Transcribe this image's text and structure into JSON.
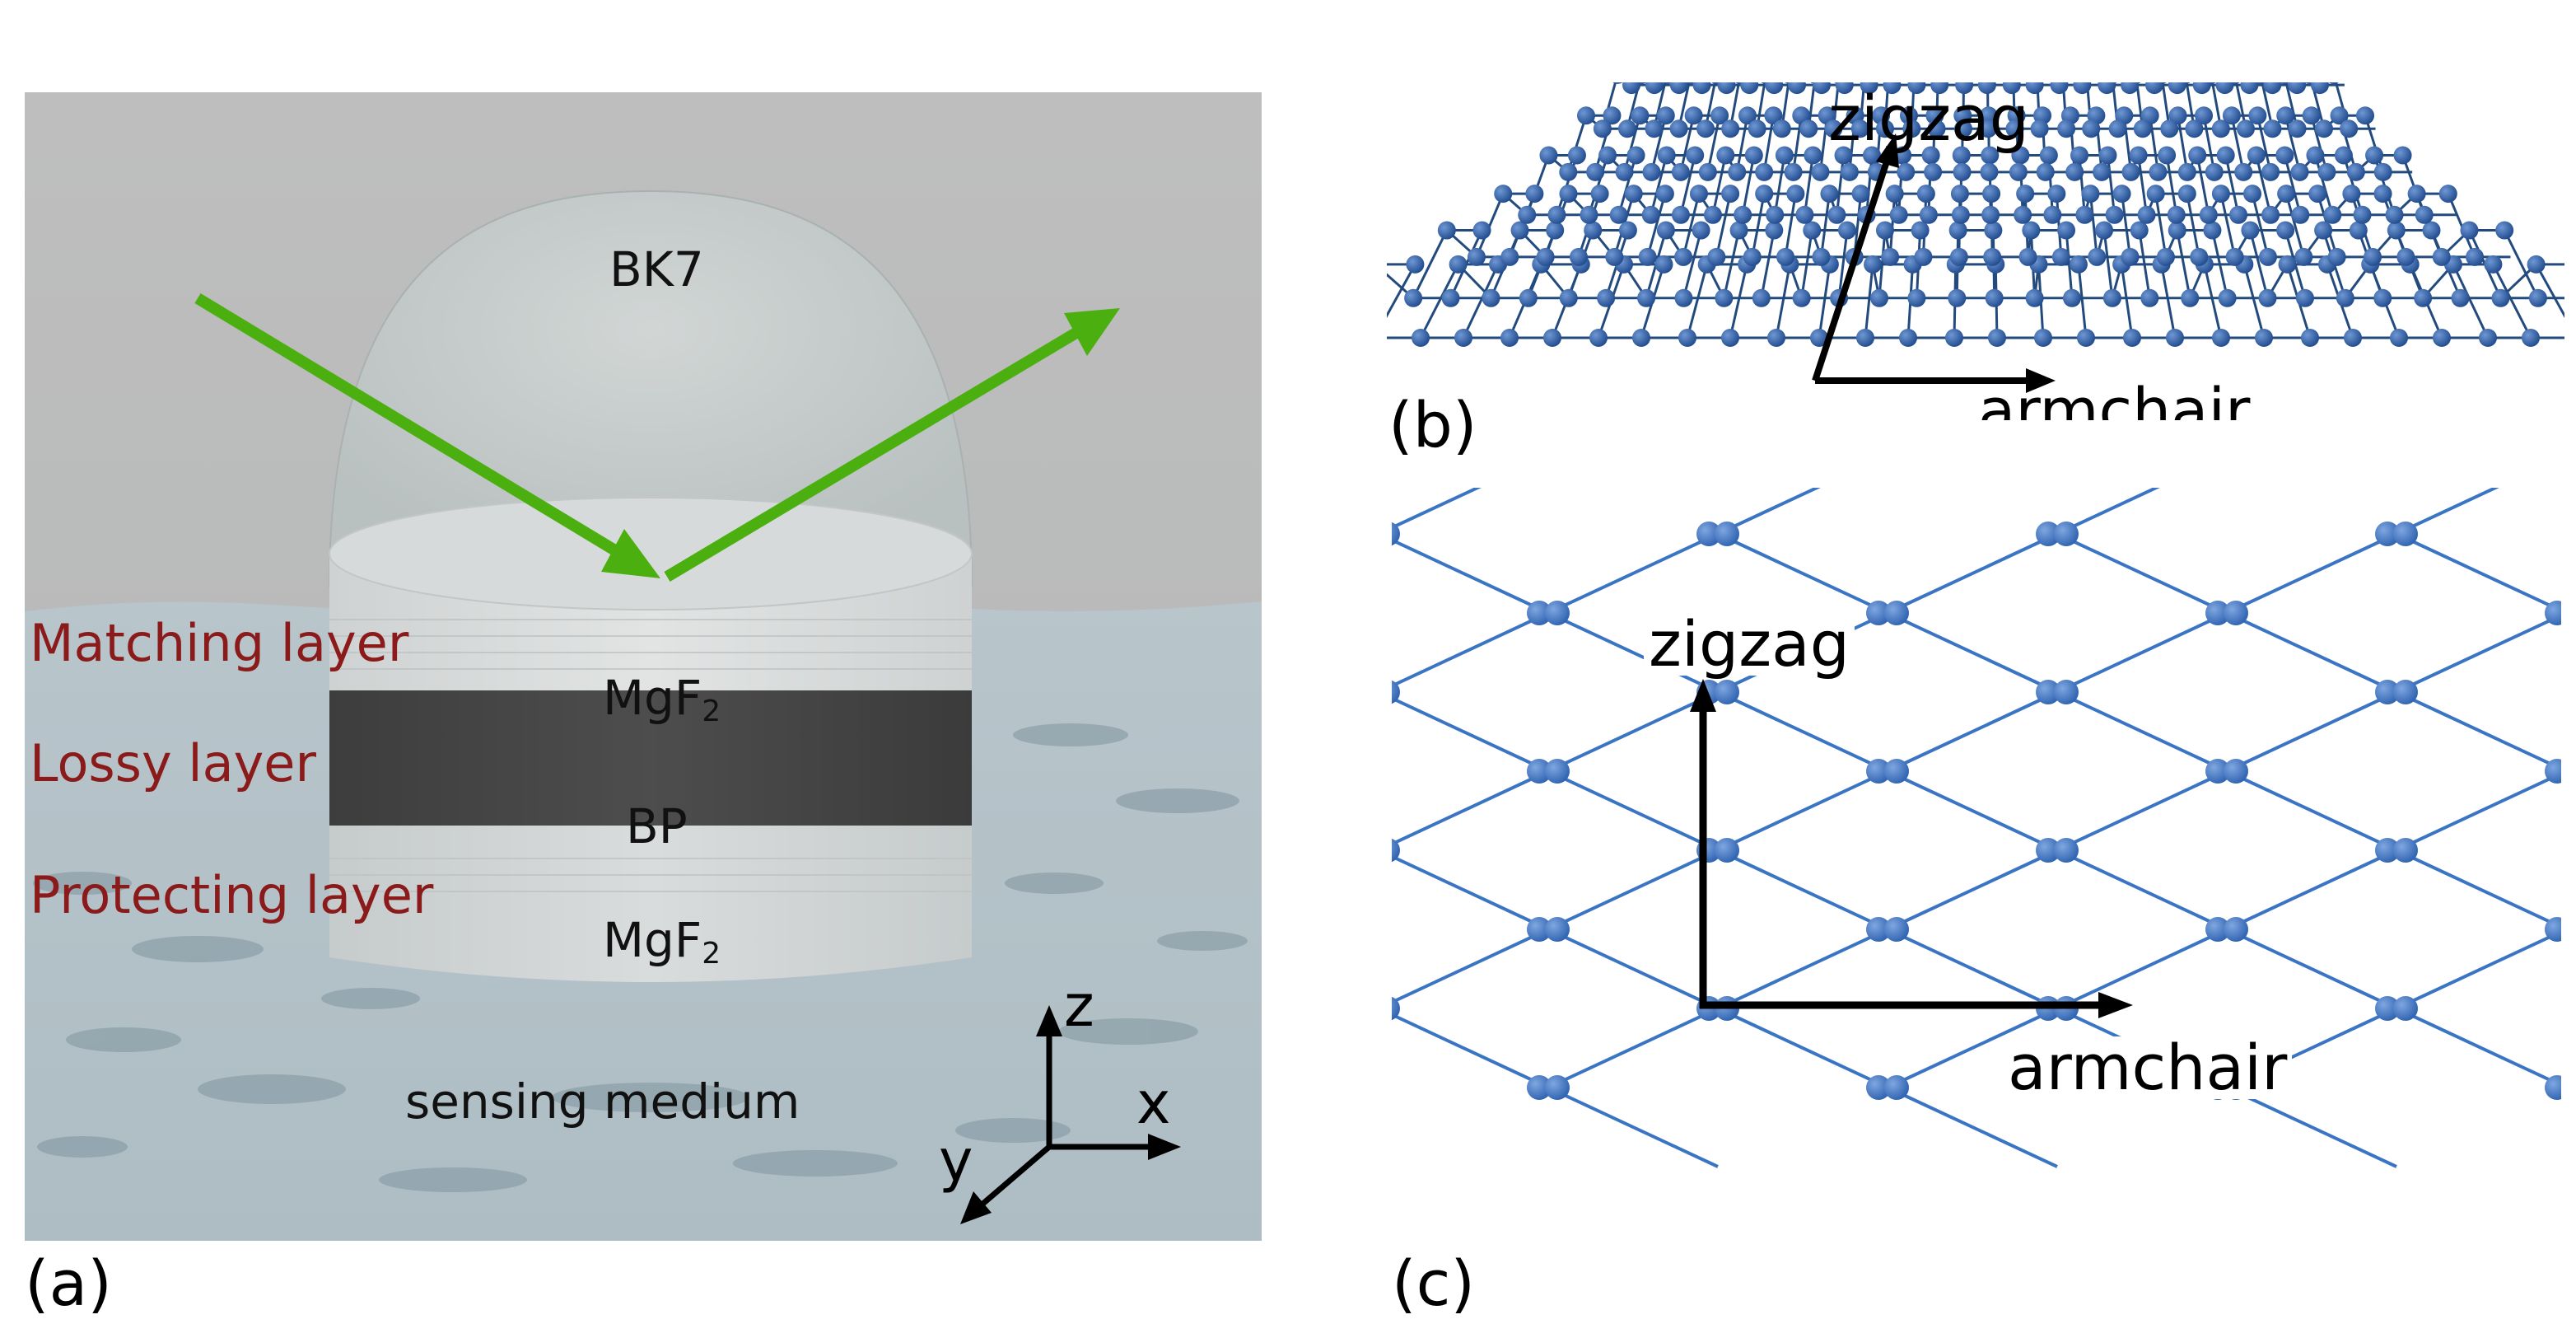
{
  "panel_a": {
    "label": "(a)",
    "prism": "BK7",
    "layers": {
      "matching": "Matching layer",
      "lossy": "Lossy layer",
      "protecting": "Protecting layer"
    },
    "materials": {
      "top": "MgF",
      "top_sub": "2",
      "middle": "BP",
      "bottom": "MgF",
      "bottom_sub": "2"
    },
    "medium": "sensing medium",
    "axes": {
      "z": "z",
      "x": "x",
      "y": "y"
    },
    "colors": {
      "beam": "#4caf10",
      "layer_text": "#8b1a1a",
      "bp_layer": "#454545"
    }
  },
  "panel_b": {
    "label": "(b)",
    "zigzag": "zigzag",
    "armchair": "armchair",
    "colors": {
      "atom": "#2e62b0",
      "bond": "#234a7d"
    }
  },
  "panel_c": {
    "label": "(c)",
    "zigzag": "zigzag",
    "armchair": "armchair",
    "colors": {
      "atom": "#2e62b0",
      "bond": "#3a74c4"
    }
  }
}
